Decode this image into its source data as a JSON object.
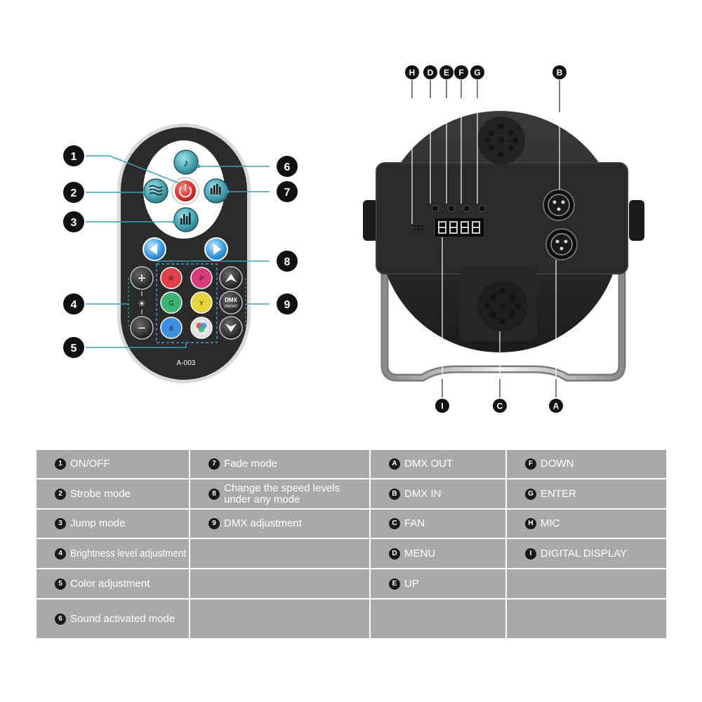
{
  "remote": {
    "model": "A-003",
    "buttons": {
      "color_r": "R",
      "color_p": "P",
      "color_g": "G",
      "color_y": "Y",
      "color_b": "B",
      "dmx_line1": "DMX",
      "dmx_line2": "ON/OFF"
    }
  },
  "callouts": {
    "remote": [
      "1",
      "2",
      "3",
      "4",
      "5",
      "6",
      "7",
      "8",
      "9"
    ],
    "unit": [
      "H",
      "D",
      "E",
      "F",
      "G",
      "B",
      "I",
      "C",
      "A"
    ]
  },
  "legend": {
    "rows": [
      [
        {
          "badge": "1",
          "text": "ON/OFF"
        },
        {
          "badge": "7",
          "text": "Fade mode"
        },
        {
          "badge": "A",
          "text": "DMX OUT"
        },
        {
          "badge": "F",
          "text": "DOWN"
        }
      ],
      [
        {
          "badge": "2",
          "text": "Strobe mode"
        },
        {
          "badge": "8",
          "text": "Change the speed levels under any mode"
        },
        {
          "badge": "B",
          "text": "DMX IN"
        },
        {
          "badge": "G",
          "text": "ENTER"
        }
      ],
      [
        {
          "badge": "3",
          "text": "Jump mode"
        },
        {
          "badge": "9",
          "text": "DMX adjustment"
        },
        {
          "badge": "C",
          "text": "FAN"
        },
        {
          "badge": "H",
          "text": "MIC"
        }
      ],
      [
        {
          "badge": "4",
          "text": "Brightness level adjustment"
        },
        {
          "badge": "",
          "text": ""
        },
        {
          "badge": "D",
          "text": "MENU"
        },
        {
          "badge": "I",
          "text": "DIGITAL DISPLAY"
        }
      ],
      [
        {
          "badge": "5",
          "text": "Color adjustment"
        },
        {
          "badge": "",
          "text": ""
        },
        {
          "badge": "E",
          "text": "UP"
        },
        {
          "badge": "",
          "text": ""
        }
      ],
      [
        {
          "badge": "6",
          "text": "Sound activated mode"
        },
        {
          "badge": "",
          "text": ""
        },
        {
          "badge": "",
          "text": ""
        },
        {
          "badge": "",
          "text": ""
        }
      ]
    ]
  },
  "colors": {
    "remote_body": "#2b2b2b",
    "teal_button": "#4aa7b3",
    "power_button": "#e8352f",
    "color_r": "#e0404a",
    "color_p": "#d83a7a",
    "color_g": "#3bb374",
    "color_y": "#e8d43a",
    "color_b": "#3a8fe0",
    "speed_button": "#3fa0e6",
    "legend_bg": "#a9a9a9",
    "badge": "#1a1a1a"
  }
}
